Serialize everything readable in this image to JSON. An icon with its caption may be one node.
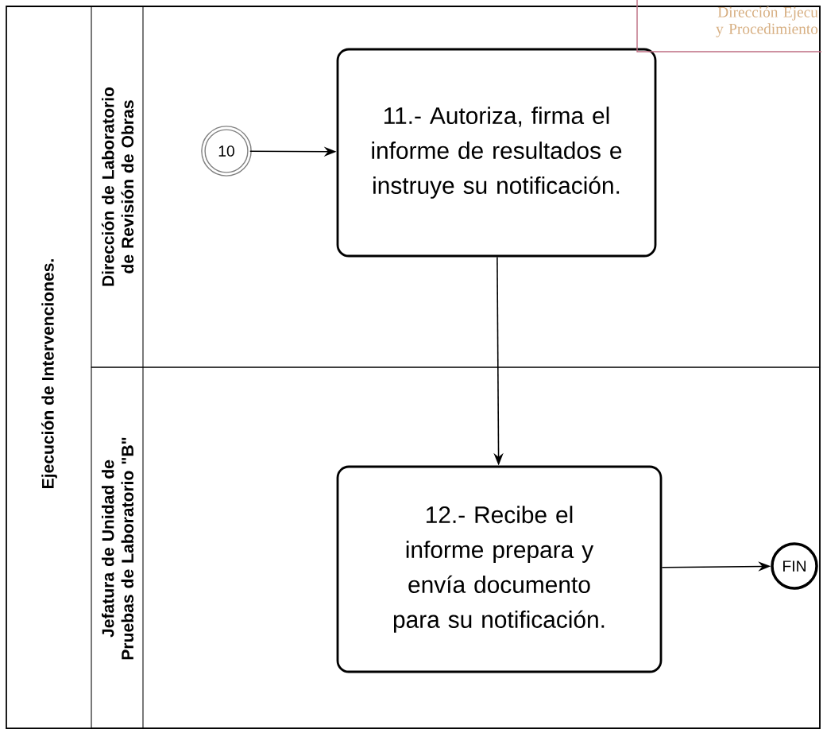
{
  "diagram": {
    "nodes": [
      {
        "text": [
          "Ejecución de Intervenciones."
        ]
      },
      {
        "text": [
          "Dirección de Laboratorio de Revisión de Obras"
        ],
        "in": 0
      },
      {
        "text": [
          "Jefatura de Unidad de Pruebas de Laboratorio \"B\""
        ],
        "in": 0
      },
      {
        "text": [
          "10"
        ],
        "in": 1
      },
      {
        "text": [
          "11.- Autoriza, firma el informe de resultados e instruye su notificación."
        ],
        "in": 1
      },
      {
        "text": [
          "12.- Recibe el informe prepara y envía documento para su notificación."
        ],
        "in": 2
      },
      {
        "text": [
          "FIN"
        ],
        "in": 2
      },
      {
        "text": [
          "Dirección Ejecu y Procedimiento"
        ]
      }
    ],
    "edges": [
      {
        "from": 3,
        "to": 4,
        "arrow": "to"
      },
      {
        "from": 4,
        "to": 5,
        "arrow": "to"
      },
      {
        "from": 5,
        "to": 6,
        "arrow": "to"
      }
    ]
  }
}
